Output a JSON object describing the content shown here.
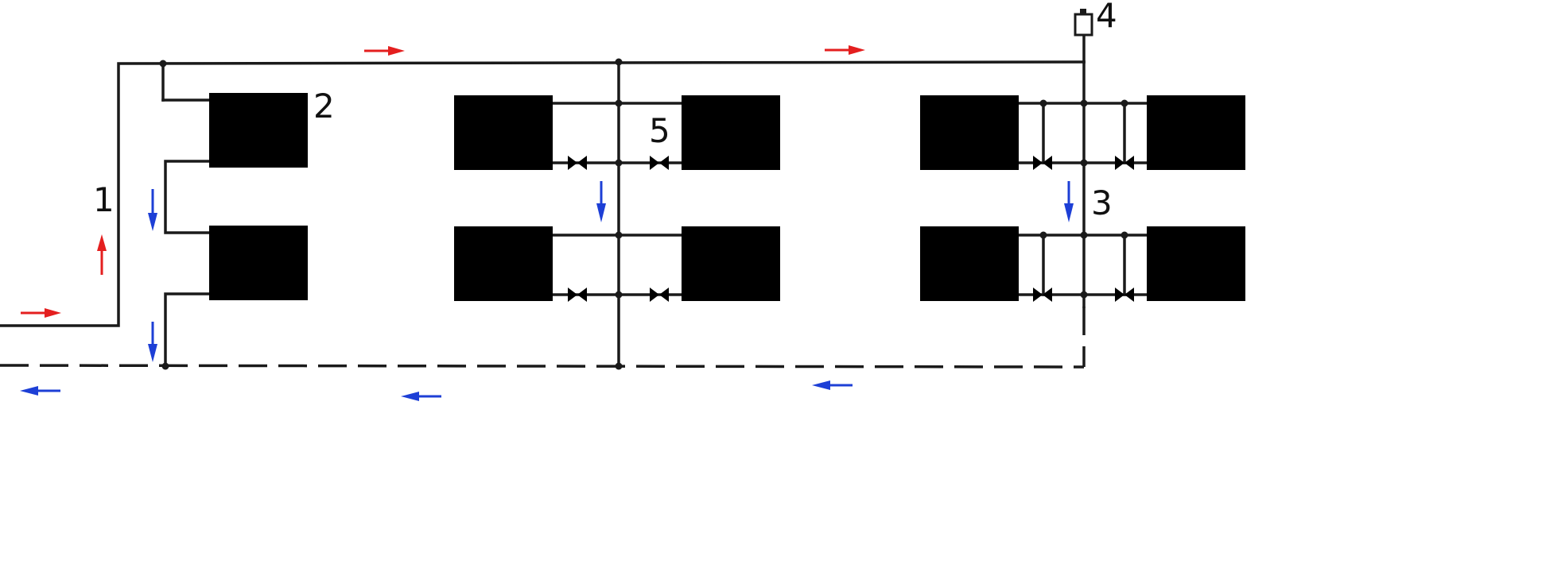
{
  "labels": {
    "riser": "1",
    "radiator": "2",
    "return_riser": "3",
    "air_vent": "4",
    "valve": "5"
  },
  "colors": {
    "supply_arrow": "#e41f1f",
    "return_arrow": "#1d3fd6",
    "pipe": "#1a1a1a"
  },
  "icons": {
    "radiator": "radiator-icon",
    "valve": "valve-icon",
    "air_vent": "air-vent-icon",
    "supply_arrow": "arrow-right-icon",
    "return_arrow": "arrow-left-icon"
  }
}
